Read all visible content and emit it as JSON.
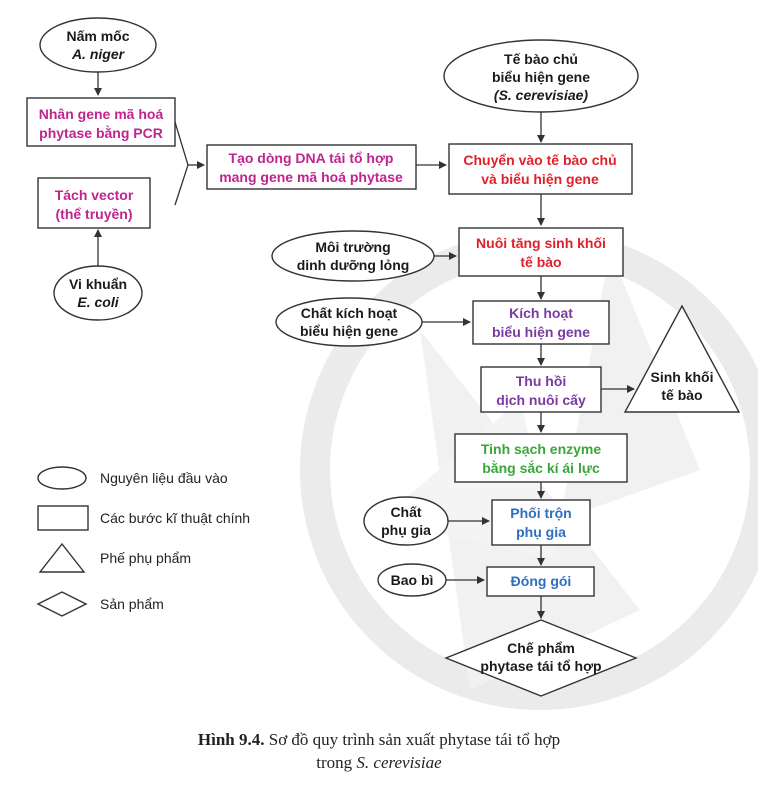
{
  "colors": {
    "magenta": "#c0248f",
    "red": "#e0202a",
    "purple": "#7a3aa0",
    "green": "#3aa63a",
    "blue": "#2f6fc0",
    "black": "#1a1a1a",
    "line": "#333333",
    "watermark": "#d8d8d8"
  },
  "nodes": {
    "aniger": {
      "line1": "Nấm mốc",
      "line2": "A. niger"
    },
    "pcr": {
      "line1": "Nhân gene mã hoá",
      "line2": "phytase bằng PCR"
    },
    "vector": {
      "line1": "Tách vector",
      "line2": "(thể truyền)"
    },
    "ecoli": {
      "line1": "Vi khuẩn",
      "line2": "E. coli"
    },
    "recomb": {
      "line1": "Tạo dòng DNA tái tổ hợp",
      "line2": "mang gene mã hoá phytase"
    },
    "host": {
      "line1": "Tế bào chủ",
      "line2": "biểu hiện gene",
      "line3": "(S. cerevisiae)"
    },
    "transfer": {
      "line1": "Chuyển vào tế bào chủ",
      "line2": "và biểu hiện gene"
    },
    "medium": {
      "line1": "Môi trường",
      "line2": "dinh dưỡng lỏng"
    },
    "culture": {
      "line1": "Nuôi tăng sinh khối",
      "line2": "tế bào"
    },
    "inducer": {
      "line1": "Chất kích hoạt",
      "line2": "biểu hiện gene"
    },
    "activate": {
      "line1": "Kích hoạt",
      "line2": "biểu hiện gene"
    },
    "harvest": {
      "line1": "Thu hồi",
      "line2": "dịch nuôi cấy"
    },
    "biomass": {
      "line1": "Sinh khối",
      "line2": "tế bào"
    },
    "purify": {
      "line1": "Tinh sạch enzyme",
      "line2": "bằng sắc kí ái lực"
    },
    "additive": {
      "line1": "Chất",
      "line2": "phụ gia"
    },
    "mix": {
      "line1": "Phối trộn",
      "line2": "phụ gia"
    },
    "packaging": {
      "line1": "Bao bì"
    },
    "pack": {
      "line1": "Đóng gói"
    },
    "product": {
      "line1": "Chế phẩm",
      "line2": "phytase tái tổ hợp"
    }
  },
  "legend": {
    "ellipse": "Nguyên liệu đầu vào",
    "rect": "Các bước kĩ thuật chính",
    "triangle": "Phế phụ phẩm",
    "diamond": "Sản phẩm"
  },
  "caption": {
    "label": "Hình 9.4.",
    "text": "Sơ đồ quy trình sản xuất phytase tái tổ hợp",
    "line2_prefix": "trong",
    "line2_italic": "S. cerevisiae"
  }
}
